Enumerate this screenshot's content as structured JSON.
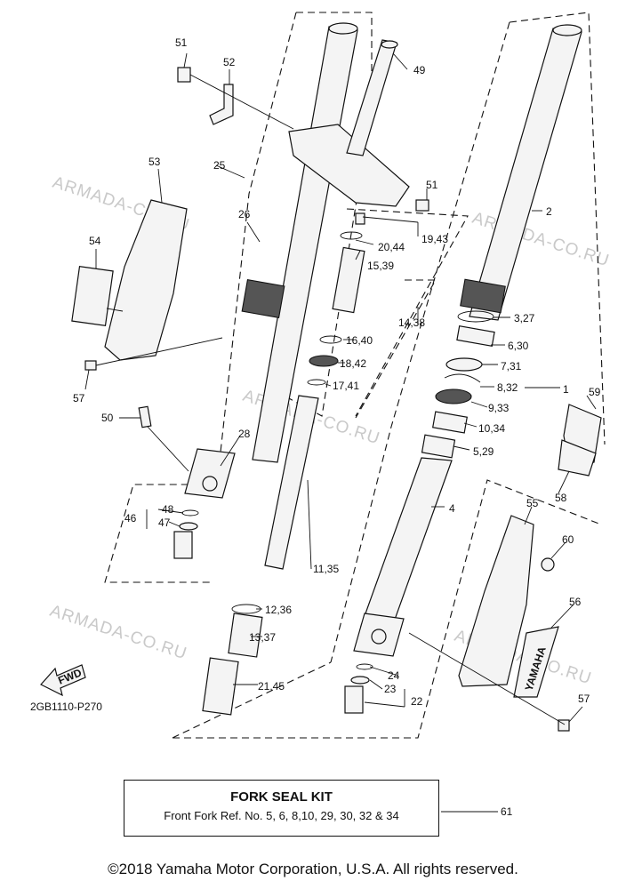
{
  "diagram_code": "2GB1110-P270",
  "fwd_label": "FWD",
  "brand_text": "YAMAHA",
  "watermark": "ARMADA-CO.RU",
  "kit": {
    "title": "FORK SEAL KIT",
    "subtitle": "Front Fork Ref. No. 5, 6, 8,10, 29, 30, 32 & 34",
    "ref": "61"
  },
  "copyright": "©2018 Yamaha Motor Corporation, U.S.A. All rights reserved.",
  "labels": {
    "l1": "1",
    "l2": "2",
    "l3_27": "3,27",
    "l4": "4",
    "l5_29": "5,29",
    "l6_30": "6,30",
    "l7_31": "7,31",
    "l8_32": "8,32",
    "l9_33": "9,33",
    "l10_34": "10,34",
    "l11_35": "11,35",
    "l12_36": "12,36",
    "l13_37": "13,37",
    "l14_38": "14,38",
    "l15_39": "15,39",
    "l16_40": "16,40",
    "l17_41": "17,41",
    "l18_42": "18,42",
    "l19_43": "19,43",
    "l20_44": "20,44",
    "l21_45": "21,45",
    "l22": "22",
    "l23": "23",
    "l24": "24",
    "l25": "25",
    "l26": "26",
    "l28": "28",
    "l46": "46",
    "l47": "47",
    "l48": "48",
    "l49": "49",
    "l50": "50",
    "l51a": "51",
    "l51b": "51",
    "l52": "52",
    "l53": "53",
    "l54": "54",
    "l55": "55",
    "l56": "56",
    "l57a": "57",
    "l57b": "57",
    "l58": "58",
    "l59": "59",
    "l60": "60"
  }
}
